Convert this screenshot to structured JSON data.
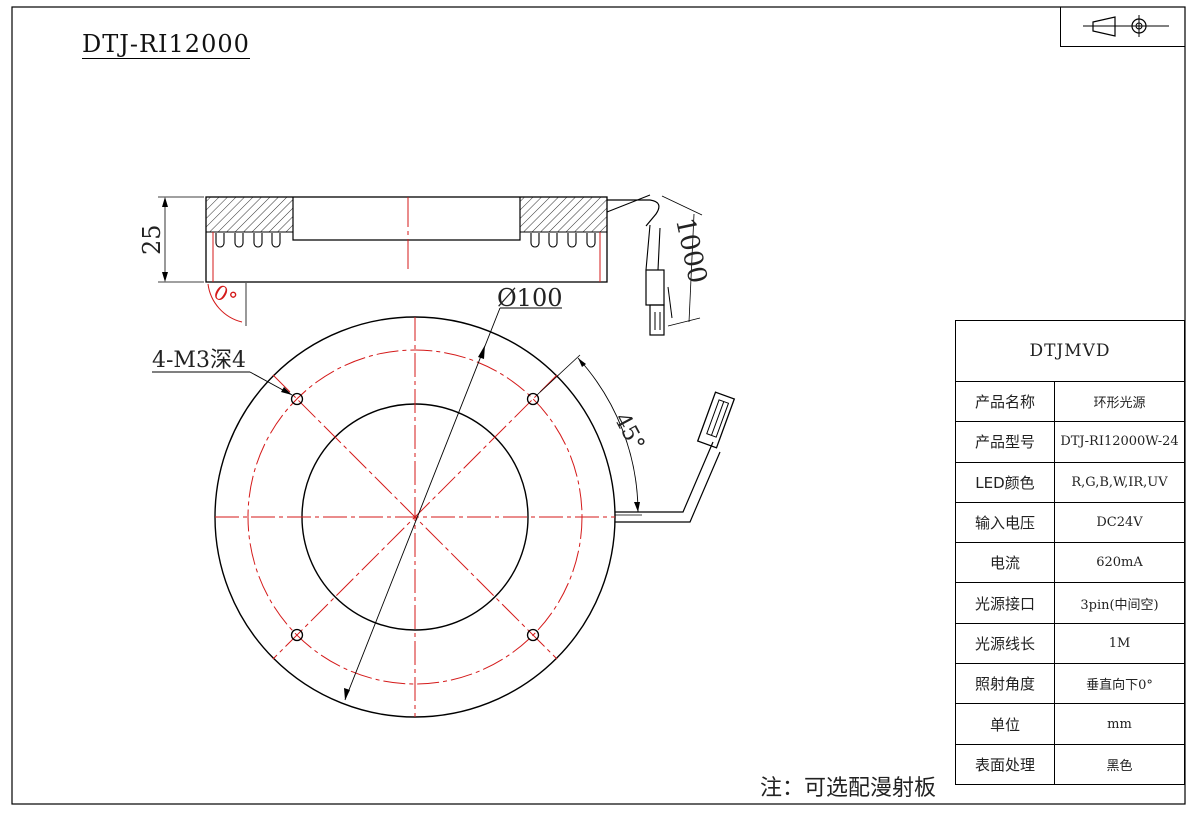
{
  "title": "DTJ-RI12000",
  "note": "注：可选配漫射板",
  "title_block": {
    "company": "DTJMVD",
    "rows": [
      {
        "label": "产品名称",
        "value": "环形光源"
      },
      {
        "label": "产品型号",
        "value": "DTJ-RI12000W-24"
      },
      {
        "label": "LED颜色",
        "value": "R,G,B,W,IR,UV"
      },
      {
        "label": "输入电压",
        "value": "DC24V"
      },
      {
        "label": "电流",
        "value": "620mA"
      },
      {
        "label": "光源接口",
        "value": "3pin(中间空)"
      },
      {
        "label": "光源线长",
        "value": "1M"
      },
      {
        "label": "照射角度",
        "value": "垂直向下0°"
      },
      {
        "label": "单位",
        "value": "mm"
      },
      {
        "label": "表面处理",
        "value": "黑色"
      }
    ]
  },
  "dimensions": {
    "height": "25",
    "cable_length": "1000",
    "tilt_angle": "0°",
    "diameter": "Ø100",
    "mount_holes": "4-M3深4",
    "hole_angle": "45°"
  },
  "colors": {
    "line": "#000000",
    "centerline": "#d41a1a",
    "hatch": "#333333"
  },
  "icons": [
    "projection-symbol-icon"
  ]
}
